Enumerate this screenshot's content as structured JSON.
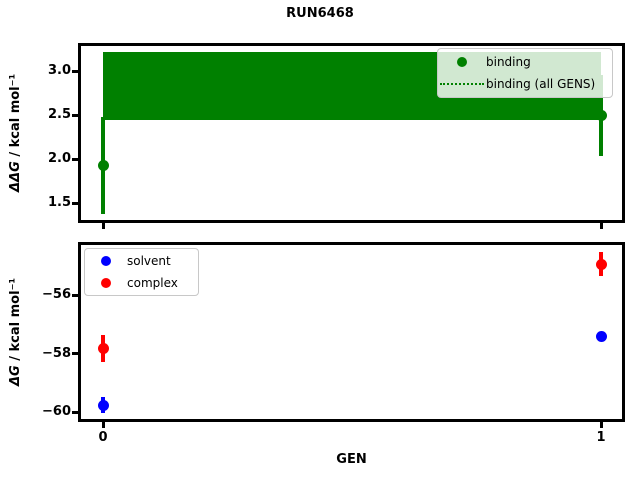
{
  "figure": {
    "title": "RUN6468",
    "background": "#ffffff"
  },
  "colors": {
    "binding": "#008000",
    "solvent": "#0000ff",
    "complex": "#ff0000",
    "axis": "#000000",
    "legend_border": "#c8c8c8"
  },
  "chart_data": [
    {
      "type": "scatter",
      "panel": "top",
      "ylabel_math": "ΔΔG",
      "ylabel_rest": " / kcal mol⁻¹",
      "x": [
        0,
        1
      ],
      "series": [
        {
          "name": "binding",
          "color": "#008000",
          "y": [
            1.93,
            2.5
          ],
          "yerr": [
            0.55,
            0.46
          ]
        }
      ],
      "band": {
        "name": "binding (all GENS)",
        "color": "#008000",
        "x0": 0,
        "x1": 1,
        "lo": 2.44,
        "hi": 3.22
      },
      "ylim": [
        1.28,
        3.3
      ],
      "xlim": [
        -0.05,
        1.03
      ],
      "yticks": [
        {
          "v": 3.0,
          "label": "3.0"
        },
        {
          "v": 2.5,
          "label": "2.5"
        },
        {
          "v": 2.0,
          "label": "2.0"
        },
        {
          "v": 1.5,
          "label": "1.5"
        }
      ],
      "xticks": [
        {
          "v": 0,
          "label": ""
        },
        {
          "v": 1,
          "label": ""
        }
      ],
      "legend": {
        "position": "upper right",
        "entries": [
          {
            "label": "binding",
            "marker": "dot",
            "color": "#008000"
          },
          {
            "label": "binding (all GENS)",
            "marker": "dotted-line",
            "color": "#008000"
          }
        ]
      }
    },
    {
      "type": "scatter",
      "panel": "bottom",
      "ylabel_math": "ΔG",
      "ylabel_rest": " / kcal mol⁻¹",
      "xlabel": "GEN",
      "x": [
        0,
        1
      ],
      "series": [
        {
          "name": "solvent",
          "color": "#0000ff",
          "y": [
            -59.76,
            -57.42
          ],
          "yerr": [
            0.28,
            0.15
          ]
        },
        {
          "name": "complex",
          "color": "#ff0000",
          "y": [
            -57.83,
            -54.95
          ],
          "yerr": [
            0.45,
            0.41
          ]
        }
      ],
      "ylim": [
        -60.31,
        -54.22
      ],
      "xlim": [
        -0.05,
        1.03
      ],
      "yticks": [
        {
          "v": -56,
          "label": "−56"
        },
        {
          "v": -58,
          "label": "−58"
        },
        {
          "v": -60,
          "label": "−60"
        }
      ],
      "xticks": [
        {
          "v": 0,
          "label": "0"
        },
        {
          "v": 1,
          "label": "1"
        }
      ],
      "legend": {
        "position": "upper left",
        "entries": [
          {
            "label": "solvent",
            "marker": "dot",
            "color": "#0000ff"
          },
          {
            "label": "complex",
            "marker": "dot",
            "color": "#ff0000"
          }
        ]
      }
    }
  ]
}
